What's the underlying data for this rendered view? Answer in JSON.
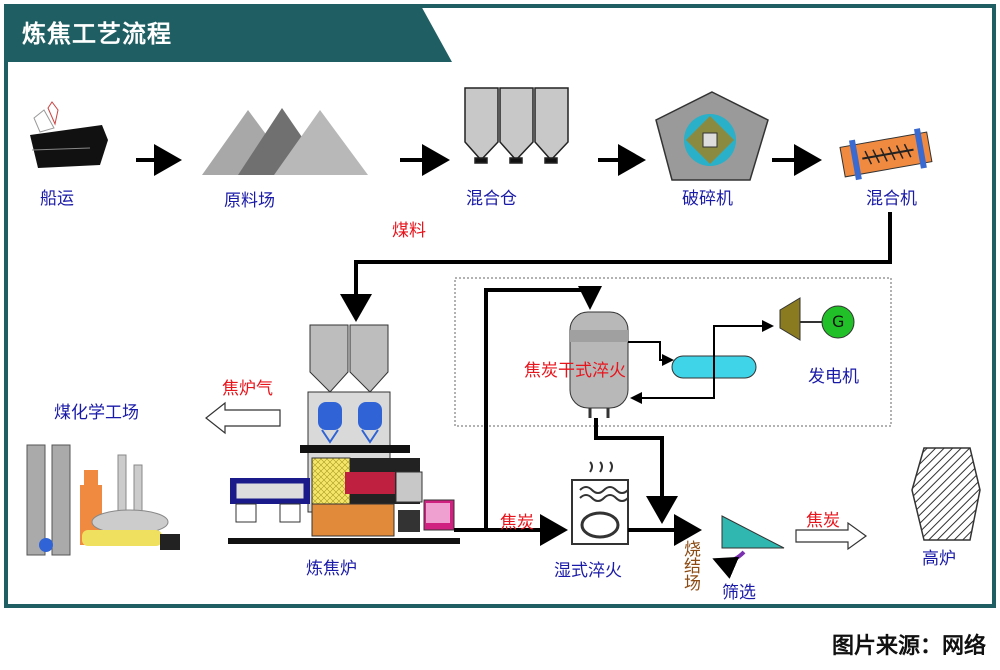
{
  "title": "炼焦工艺流程",
  "source": "图片来源：网络",
  "labels": {
    "ship": "船运",
    "raw_yard": "原料场",
    "blend_bin": "混合仓",
    "crusher": "破碎机",
    "mixer": "混合机",
    "coal_feed": "煤料",
    "coke_gas": "焦炉气",
    "coal_chem": "煤化学工场",
    "coke_oven": "炼焦炉",
    "cdq": "焦炭干式淬火",
    "generator": "发电机",
    "generator_symbol": "G",
    "coke_1": "焦炭",
    "wet_quench": "湿式淬火",
    "sinter": "烧结场",
    "screening": "筛选",
    "coke_2": "焦炭",
    "blast_furnace": "高炉"
  },
  "colors": {
    "frame": "#1f5f63",
    "label_blue": "#1a1aa8",
    "label_red": "#e8141c",
    "label_brown": "#8b4a12"
  }
}
